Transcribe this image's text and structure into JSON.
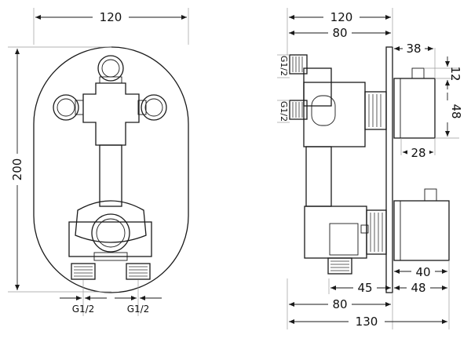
{
  "front": {
    "width": "120",
    "height": "200",
    "thread_left": "G1/2",
    "thread_right": "G1/2"
  },
  "side": {
    "width_top": "120",
    "depth_top": "80",
    "handle_depth": "38",
    "handle_offset": "12",
    "handle_height": "48",
    "handle_width": "28",
    "thread_top": "G1/2",
    "thread_mid": "G1/2",
    "lower_handle_depth": "40",
    "lower_offset": "45",
    "lower_handle_width": "48",
    "depth_bottom": "80",
    "total_depth": "130"
  }
}
